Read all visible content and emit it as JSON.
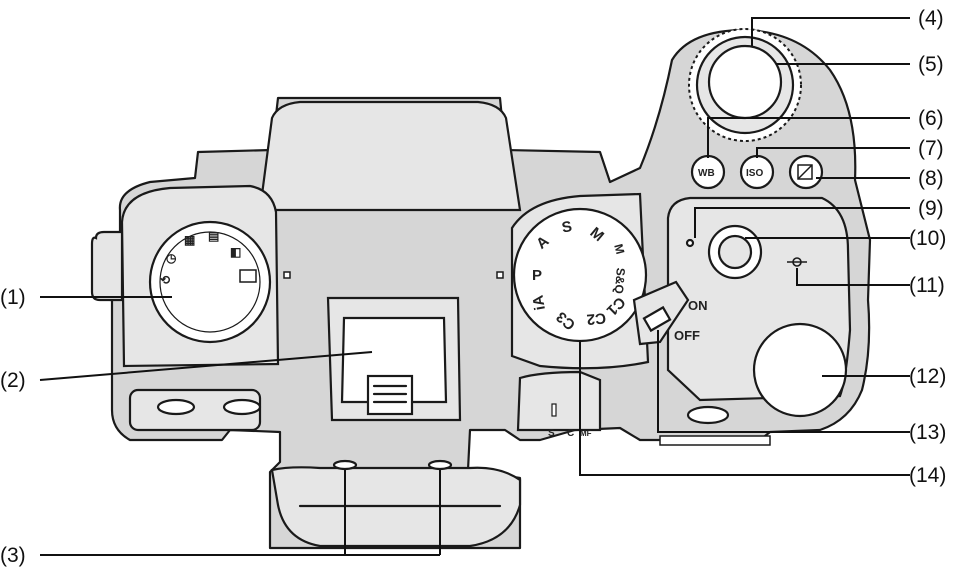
{
  "callouts": [
    {
      "id": "1",
      "label": "(1)"
    },
    {
      "id": "2",
      "label": "(2)"
    },
    {
      "id": "3",
      "label": "(3)"
    },
    {
      "id": "4",
      "label": "(4)"
    },
    {
      "id": "5",
      "label": "(5)"
    },
    {
      "id": "6",
      "label": "(6)"
    },
    {
      "id": "7",
      "label": "(7)"
    },
    {
      "id": "8",
      "label": "(8)"
    },
    {
      "id": "9",
      "label": "(9)"
    },
    {
      "id": "10",
      "label": "(10)"
    },
    {
      "id": "11",
      "label": "(11)"
    },
    {
      "id": "12",
      "label": "(12)"
    },
    {
      "id": "13",
      "label": "(13)"
    },
    {
      "id": "14",
      "label": "(14)"
    }
  ],
  "mode_dial": {
    "modes": [
      "M",
      "S",
      "A",
      "P",
      "iA",
      "C3",
      "C2",
      "C1",
      "S&Q",
      "M"
    ]
  },
  "power_switch": {
    "on": "ON",
    "off": "OFF"
  },
  "buttons": {
    "wb": "WB",
    "iso": "ISO"
  },
  "finder_switch": {
    "s": "S",
    "c": "C",
    "mf": "MF"
  }
}
